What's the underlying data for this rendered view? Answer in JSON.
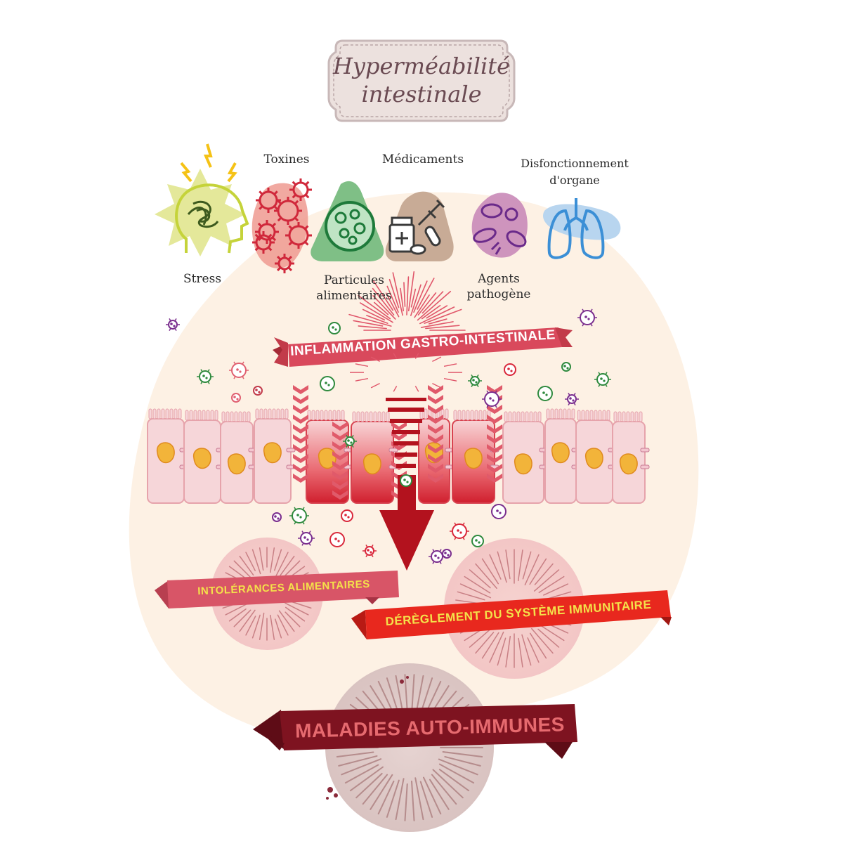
{
  "title": {
    "line1": "Hyperméabilité",
    "line2": "intestinale"
  },
  "causes": {
    "stress": "Stress",
    "toxines": "Toxines",
    "particules_line1": "Particules",
    "particules_line2": "alimentaires",
    "medicaments": "Médicaments",
    "agents_line1": "Agents",
    "agents_line2": "pathogène",
    "disfonctionnement_line1": "Disfonctionnement",
    "disfonctionnement_line2": "d'organe"
  },
  "banners": {
    "inflammation": "INFLAMMATION GASTRO-INTESTINALE",
    "intolerances": "INTOLÉRANCES ALIMENTAIRES",
    "dereglement": "DÉRÈGLEMENT DU SYSTÈME IMMUNITAIRE",
    "maladies": "MALADIES AUTO-IMMUNES"
  },
  "colors": {
    "blob": "#fdf1e4",
    "inflammation_ribbon": "#d9495c",
    "intolerances_ribbon": "#d85567",
    "dereglement_ribbon": "#e8281e",
    "maladies_ribbon": "#7e1320",
    "arrow": "#b3121e",
    "cell_fill": "#f6d6d9",
    "nucleus": "#f2b43a"
  }
}
